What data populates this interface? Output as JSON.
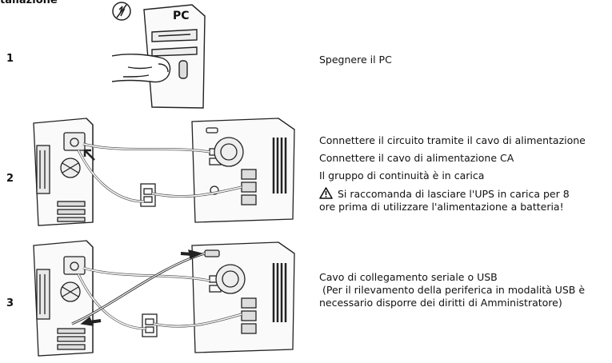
{
  "heading": "tallazione",
  "steps": [
    {
      "number": "1",
      "figure_label": "PC",
      "lines": [
        "Spegnere il PC"
      ]
    },
    {
      "number": "2",
      "lines": [
        "Connettere il circuito tramite il cavo di alimentazione",
        "Connettere il cavo di alimentazione CA",
        "Il gruppo di continuità è in carica"
      ],
      "warning": {
        "icon": "warning-triangle-icon",
        "line1": " Si raccomanda di lasciare l'UPS in carica per 8",
        "line2": "ore prima di utilizzare l'alimentazione a batteria!"
      }
    },
    {
      "number": "3",
      "lines": [
        "Cavo di collegamento seriale o USB",
        " (Per il rilevamento della periferica in modalità USB è",
        "necessario disporre dei diritti di Amministratore)"
      ]
    }
  ]
}
